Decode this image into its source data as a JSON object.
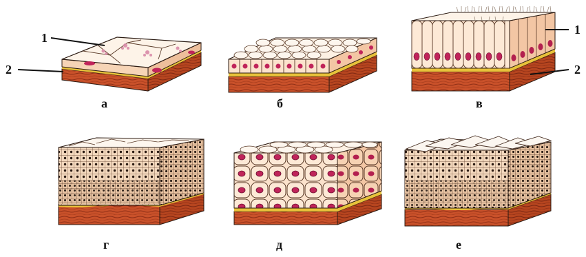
{
  "panels": [
    {
      "id": "a",
      "letter": "а",
      "type": "squamous"
    },
    {
      "id": "b",
      "letter": "б",
      "type": "cuboidal"
    },
    {
      "id": "v",
      "letter": "в",
      "type": "columnar"
    },
    {
      "id": "g",
      "letter": "г",
      "type": "stratified-keratinized"
    },
    {
      "id": "d",
      "letter": "д",
      "type": "transitional"
    },
    {
      "id": "e",
      "letter": "е",
      "type": "stratified-squamous"
    }
  ],
  "callouts": {
    "one": "1",
    "two": "2"
  },
  "colors": {
    "connective": "#c9512a",
    "connective_dark": "#8e2e16",
    "membrane": "#e8c23a",
    "cell_fill": "#fbe5cf",
    "cell_fill_light": "#fdf1e4",
    "nucleus": "#c0245a",
    "outline": "#2a1a12"
  }
}
